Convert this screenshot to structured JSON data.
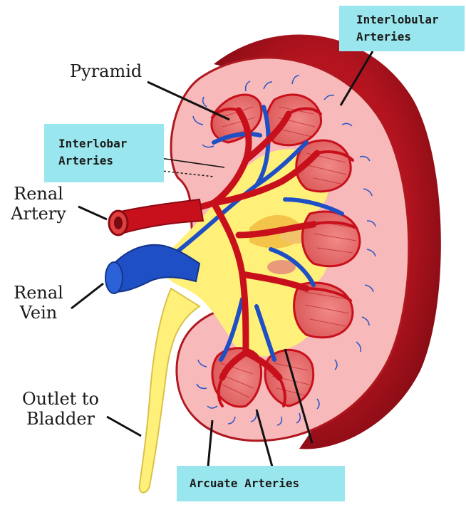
{
  "labels": {
    "pyramid": "Pyramid",
    "interlobular_line1": "Interlobular",
    "interlobular_line2": "Arteries",
    "interlobar_line1": "Interlobar",
    "interlobar_line2": "Arteries",
    "renal_artery_line1": "Renal",
    "renal_artery_line2": "Artery",
    "renal_vein_line1": "Renal",
    "renal_vein_line2": "Vein",
    "outlet_line1": "Outlet to",
    "outlet_line2": "Bladder",
    "arcuate": "Arcuate Arteries"
  },
  "colors": {
    "capsule": "#a0101a",
    "cortex": "#f7b9b9",
    "pyramid": "#e9706f",
    "artery": "#c8101c",
    "vein": "#1f4fc4",
    "pelvis": "#fff07a",
    "label_box": "#9ae6ee"
  }
}
